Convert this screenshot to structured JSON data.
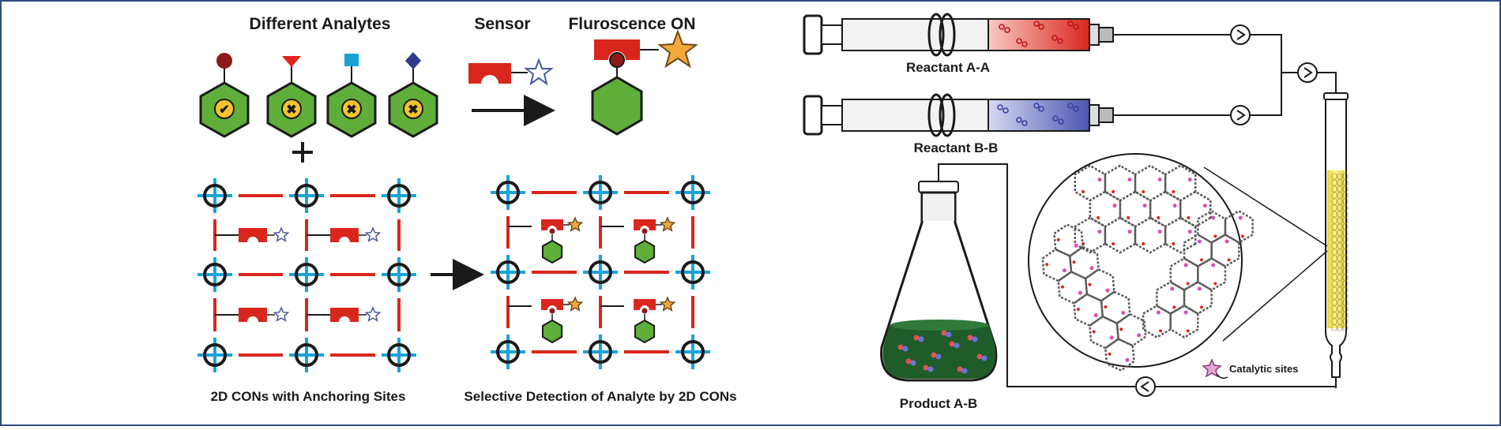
{
  "left_panel": {
    "title_analytes": "Different Analytes",
    "title_sensor": "Sensor",
    "title_fluorescence": "Fluroscence ON",
    "caption_cons": "2D CONs with Anchoring Sites",
    "caption_detection": "Selective Detection of Analyte by 2D CONs",
    "analytes": [
      {
        "cap_shape": "circle",
        "cap_color": "#8b1a1a",
        "mark": "check"
      },
      {
        "cap_shape": "triangle",
        "cap_color": "#e2231a",
        "mark": "cross"
      },
      {
        "cap_shape": "square",
        "cap_color": "#1aa3d9",
        "mark": "cross"
      },
      {
        "cap_shape": "diamond",
        "cap_color": "#2e3a8c",
        "mark": "cross"
      }
    ]
  },
  "right_panel": {
    "label_reactant_a": "Reactant A-A",
    "label_reactant_b": "Reactant B-B",
    "label_product": "Product A-B",
    "label_catalytic": "Catalytic sites"
  },
  "colors": {
    "hex_green": "#5fae3a",
    "sensor_red": "#d9261c",
    "grid_blue": "#1aa3d9",
    "star_orange": "#f4a93a",
    "column_yellow": "#f2e64a",
    "flask_green": "#1f5c2a",
    "frame_blue": "#2e4b7a"
  },
  "icons": [
    "check-icon",
    "cross-icon",
    "plus-icon",
    "arrow-right-icon",
    "star-icon",
    "flow-arrow-icon"
  ]
}
